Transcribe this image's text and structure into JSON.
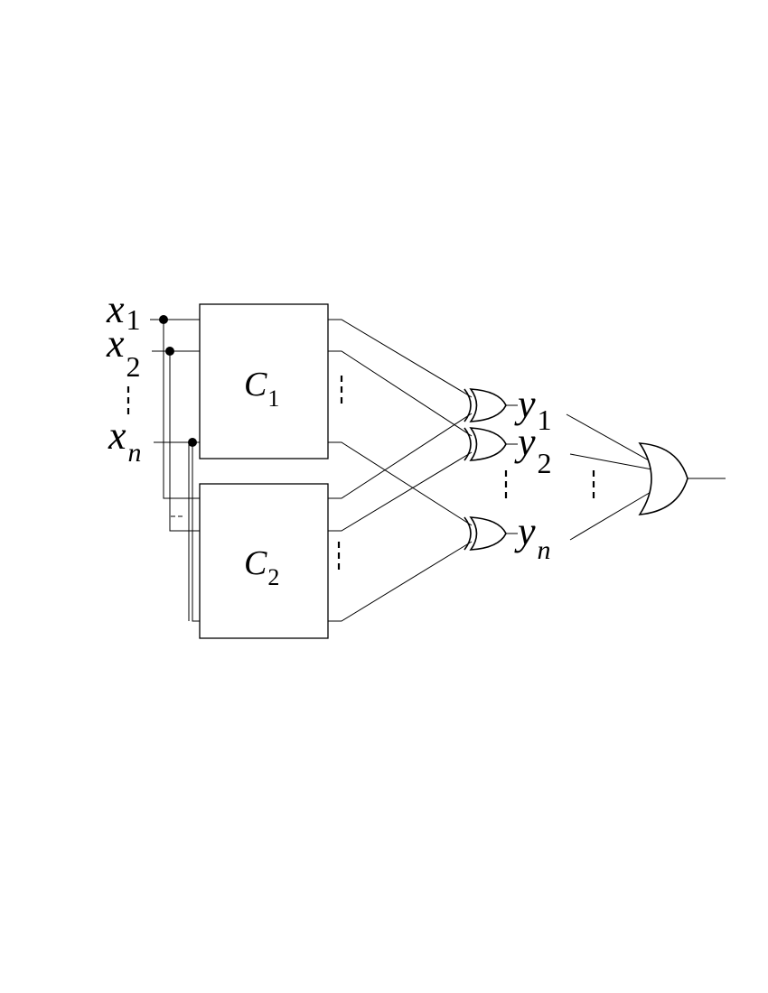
{
  "inputs": [
    {
      "base": "x",
      "sub": "1"
    },
    {
      "base": "x",
      "sub": "2"
    },
    {
      "base": "x",
      "sub": "n"
    }
  ],
  "blocks": [
    {
      "base": "C",
      "sub": "1"
    },
    {
      "base": "C",
      "sub": "2"
    }
  ],
  "outputs": [
    {
      "base": "y",
      "sub": "1"
    },
    {
      "base": "y",
      "sub": "2"
    },
    {
      "base": "y",
      "sub": "n"
    }
  ]
}
